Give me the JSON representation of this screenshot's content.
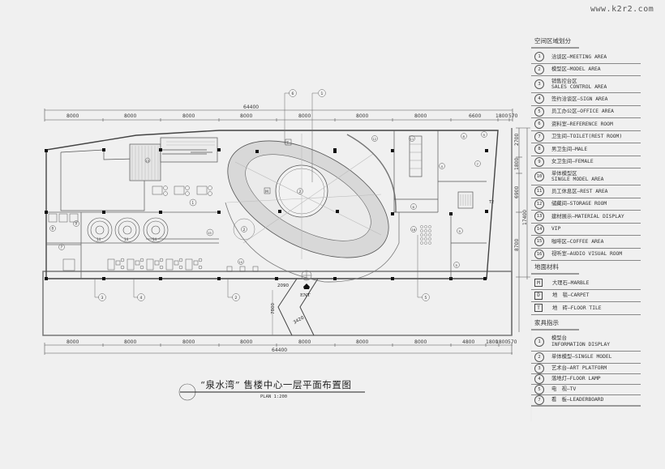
{
  "watermark": "www.k2r2.com",
  "title": {
    "main": "“泉水湾” 售楼中心一层平面布置图",
    "scale": "PLAN 1:200"
  },
  "dimensions": {
    "overall": "64400",
    "top": [
      "8000",
      "8000",
      "8000",
      "8000",
      "8000",
      "8000",
      "8000",
      "6600",
      "1800",
      "570"
    ],
    "bottom": [
      "8000",
      "8000",
      "8000",
      "8000",
      "8000",
      "8000",
      "8000",
      "4800",
      "1800",
      "1800",
      "570"
    ],
    "right": [
      "2700",
      "1800",
      "6900",
      "8700"
    ],
    "right_total": "17400",
    "entrance_width": "2090",
    "ramp_length": "7800",
    "ramp_width": "3420",
    "entrance_label": "ENT",
    "stair_label": "T2"
  },
  "legend": {
    "zones_title": "空间区域划分",
    "zones": [
      {
        "num": "1",
        "text": "洽谈区—MEETING AREA"
      },
      {
        "num": "2",
        "text": "模型区—MODEL AREA"
      },
      {
        "num": "3",
        "text": "销售控台区",
        "text2": "SALES CONTROL AREA"
      },
      {
        "num": "4",
        "text": "签约洽谈区—SIGN AREA"
      },
      {
        "num": "5",
        "text": "员工办公区—OFFICE AREA"
      },
      {
        "num": "6",
        "text": "资料室—REFERENCE ROOM"
      },
      {
        "num": "7",
        "text": "卫生间—TOILET(REST ROOM)"
      },
      {
        "num": "8",
        "text": "男卫生间—MALE"
      },
      {
        "num": "9",
        "text": "女卫生间—FEMALE"
      },
      {
        "num": "10",
        "text": "单体模型区",
        "text2": "SINGLE MODEL AREA"
      },
      {
        "num": "11",
        "text": "员工休息区—REST AREA"
      },
      {
        "num": "12",
        "text": "储藏间—STORAGE ROOM"
      },
      {
        "num": "13",
        "text": "建材展示—MATERIAL DISPLAY"
      },
      {
        "num": "14",
        "text": "VIP"
      },
      {
        "num": "15",
        "text": "咖啡区—COFFEE AREA"
      },
      {
        "num": "16",
        "text": "视听室—AUDIO VISUAL ROOM"
      }
    ],
    "floor_title": "地面材料",
    "floors": [
      {
        "code": "M",
        "text": "大理石—MARBLE"
      },
      {
        "code": "D",
        "text": "地　毯—CARPET"
      },
      {
        "code": "T",
        "text": "地　砖—FLOOR TILE"
      }
    ],
    "furniture_title": "家具指示",
    "furniture": [
      {
        "num": "1",
        "text": "模型台",
        "text2": "INFORMATION DISPLAY"
      },
      {
        "num": "2",
        "text": "单体模型—SINGLE MODEL"
      },
      {
        "num": "3",
        "text": "艺术台—ART PLATFORM"
      },
      {
        "num": "4",
        "text": "落地灯—FLOOR LAMP"
      },
      {
        "num": "5",
        "text": "电　视—TV"
      },
      {
        "num": "7",
        "text": "看　板—LEADERBOARD"
      }
    ]
  },
  "plan_labels": {
    "marble": "M",
    "carpet": "D",
    "tile": "T",
    "zone_12": "12",
    "zone_11": "11",
    "zone_13": "13",
    "zone_14": "14",
    "zone_15": "15",
    "zone_16": "16",
    "zone_10": "10",
    "zone_8": "8",
    "zone_9": "9",
    "zone_7": "7",
    "zone_6": "6",
    "zone_5": "5",
    "zone_4": "4",
    "zone_1": "1",
    "zone_2": "2",
    "callout_1": "1",
    "callout_2": "2",
    "callout_3": "3",
    "callout_4": "4",
    "callout_5": "5",
    "callout_6": "6"
  }
}
